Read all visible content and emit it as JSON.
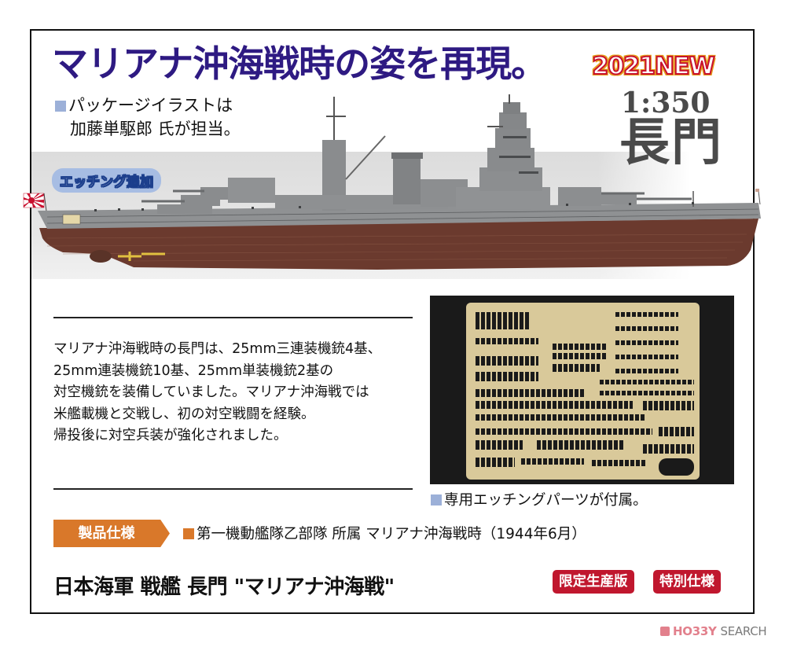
{
  "headline": "マリアナ沖海戦時の姿を再現。",
  "badge_new": "2021NEW",
  "scale": "1:350",
  "ship_name": "長門",
  "credit": {
    "line1": "パッケージイラストは",
    "line2": "加藤単駆郎 氏が担当。"
  },
  "etching_label": "エッチング追加",
  "description": {
    "lines": [
      "マリアナ沖海戦時の長門は、25mm三連装機銃4基、",
      "25mm連装機銃10基、25mm単装機銃2基の",
      "対空機銃を装備していました。マリアナ沖海戦では",
      "米艦載機と交戦し、初の対空戦闘を経験。",
      "帰投後に対空兵装が強化されました。"
    ]
  },
  "photo_caption": "専用エッチングパーツが付属。",
  "spec": {
    "tag": "製品仕様",
    "text": "第一機動艦隊乙部隊 所属 マリアナ沖海戦時（1944年6月）"
  },
  "product_title": "日本海軍 戦艦 長門 \"マリアナ沖海戦\"",
  "badges": [
    "限定生産版",
    "特別仕様"
  ],
  "watermark": {
    "hobby": "HO33Y",
    "search": "SEARCH"
  },
  "colors": {
    "headline": "#2e1a82",
    "badge_red": "#c0172e",
    "spec_orange": "#d9782a",
    "bullet_blue": "#9cb0d8",
    "hull_red": "#6b3a2e",
    "hull_gray": "#8f9193"
  }
}
